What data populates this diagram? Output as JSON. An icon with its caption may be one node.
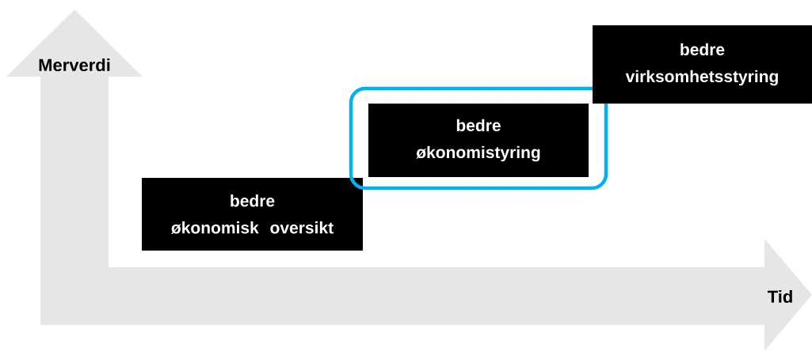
{
  "diagram": {
    "nodes": [
      {
        "text": [
          "bedre økonomisk oversikt"
        ]
      },
      {
        "text": [],
        "shape": "box"
      },
      {
        "text": [
          "bedre økonomistyring"
        ],
        "in": 1
      },
      {
        "text": [
          "bedre virksomhetsstyring"
        ]
      }
    ],
    "labels": [
      "Merverdi",
      "Tid"
    ]
  }
}
